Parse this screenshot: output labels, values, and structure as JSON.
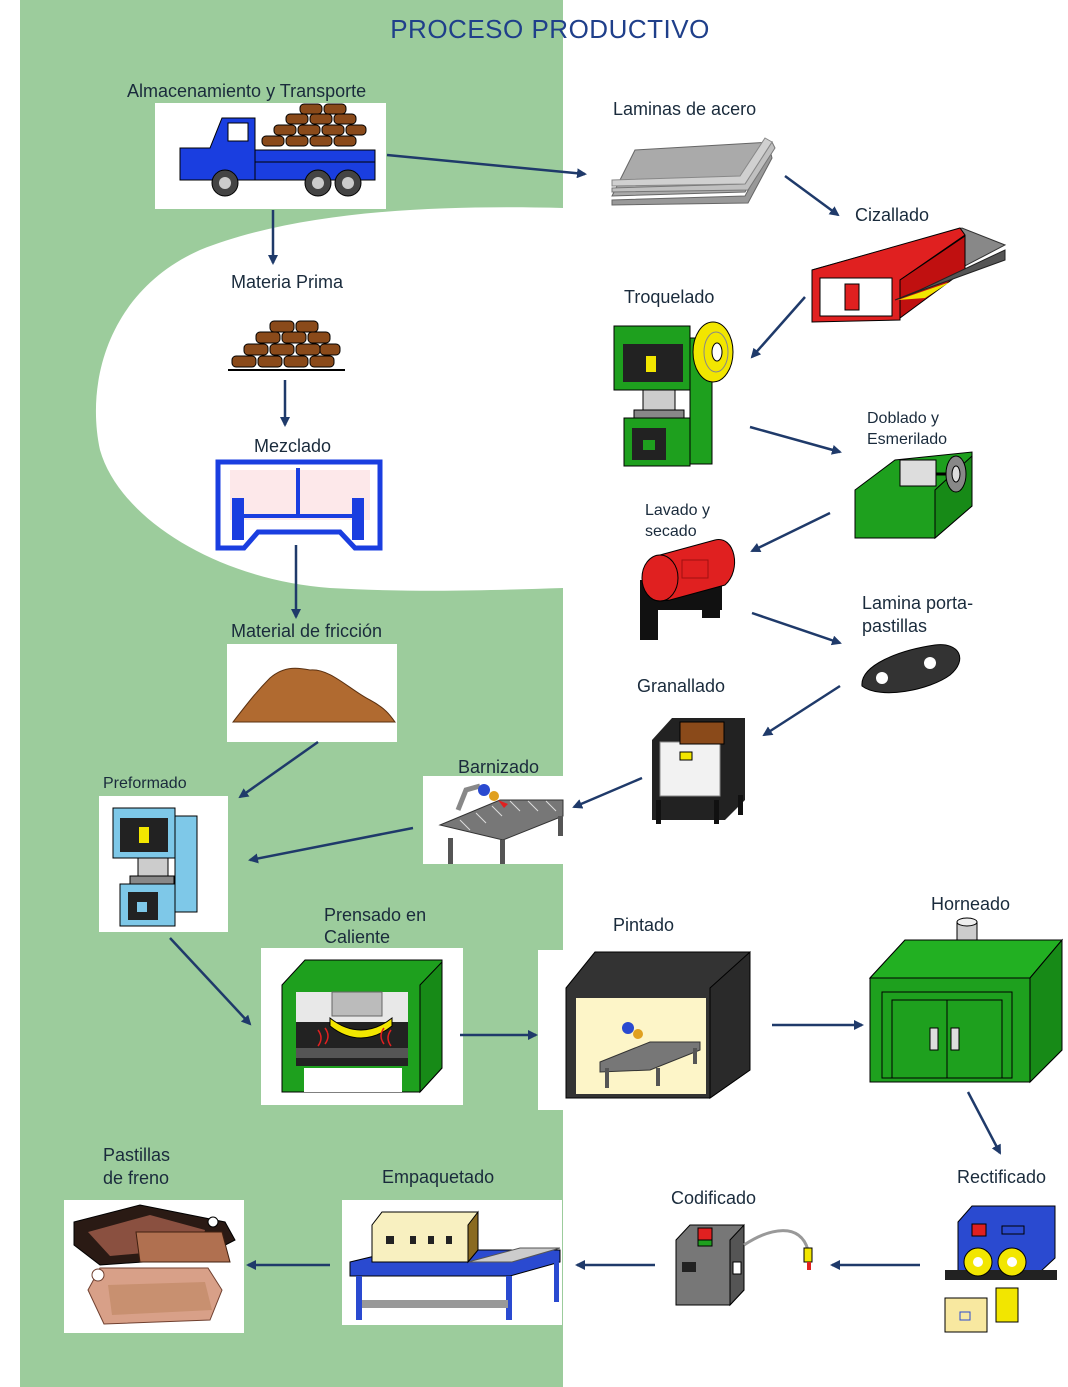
{
  "title": "PROCESO PRODUCTIVO",
  "colors": {
    "background_band": "#9ccc9c",
    "arrow": "#1f3a6a",
    "title": "#1f3f8a"
  },
  "steps": {
    "almacenamiento": "Almacenamiento y Transporte",
    "materia_prima": "Materia Prima",
    "mezclado": "Mezclado",
    "material_friccion": "Material de fricción",
    "preformado": "Preformado",
    "barnizado": "Barnizado",
    "granallado": "Granallado",
    "laminas": "Laminas de acero",
    "cizallado": "Cizallado",
    "troquelado": "Troquelado",
    "doblado_1": "Doblado y",
    "doblado_2": "Esmerilado",
    "lavado_1": "Lavado y",
    "lavado_2": "secado",
    "lamina_porta_1": "Lamina porta-",
    "lamina_porta_2": "pastillas",
    "prensado_1": "Prensado en",
    "prensado_2": "Caliente",
    "pintado": "Pintado",
    "horneado": "Horneado",
    "rectificado": "Rectificado",
    "codificado": "Codificado",
    "empaquetado": "Empaquetado",
    "pastillas_1": "Pastillas",
    "pastillas_2": "de freno"
  }
}
